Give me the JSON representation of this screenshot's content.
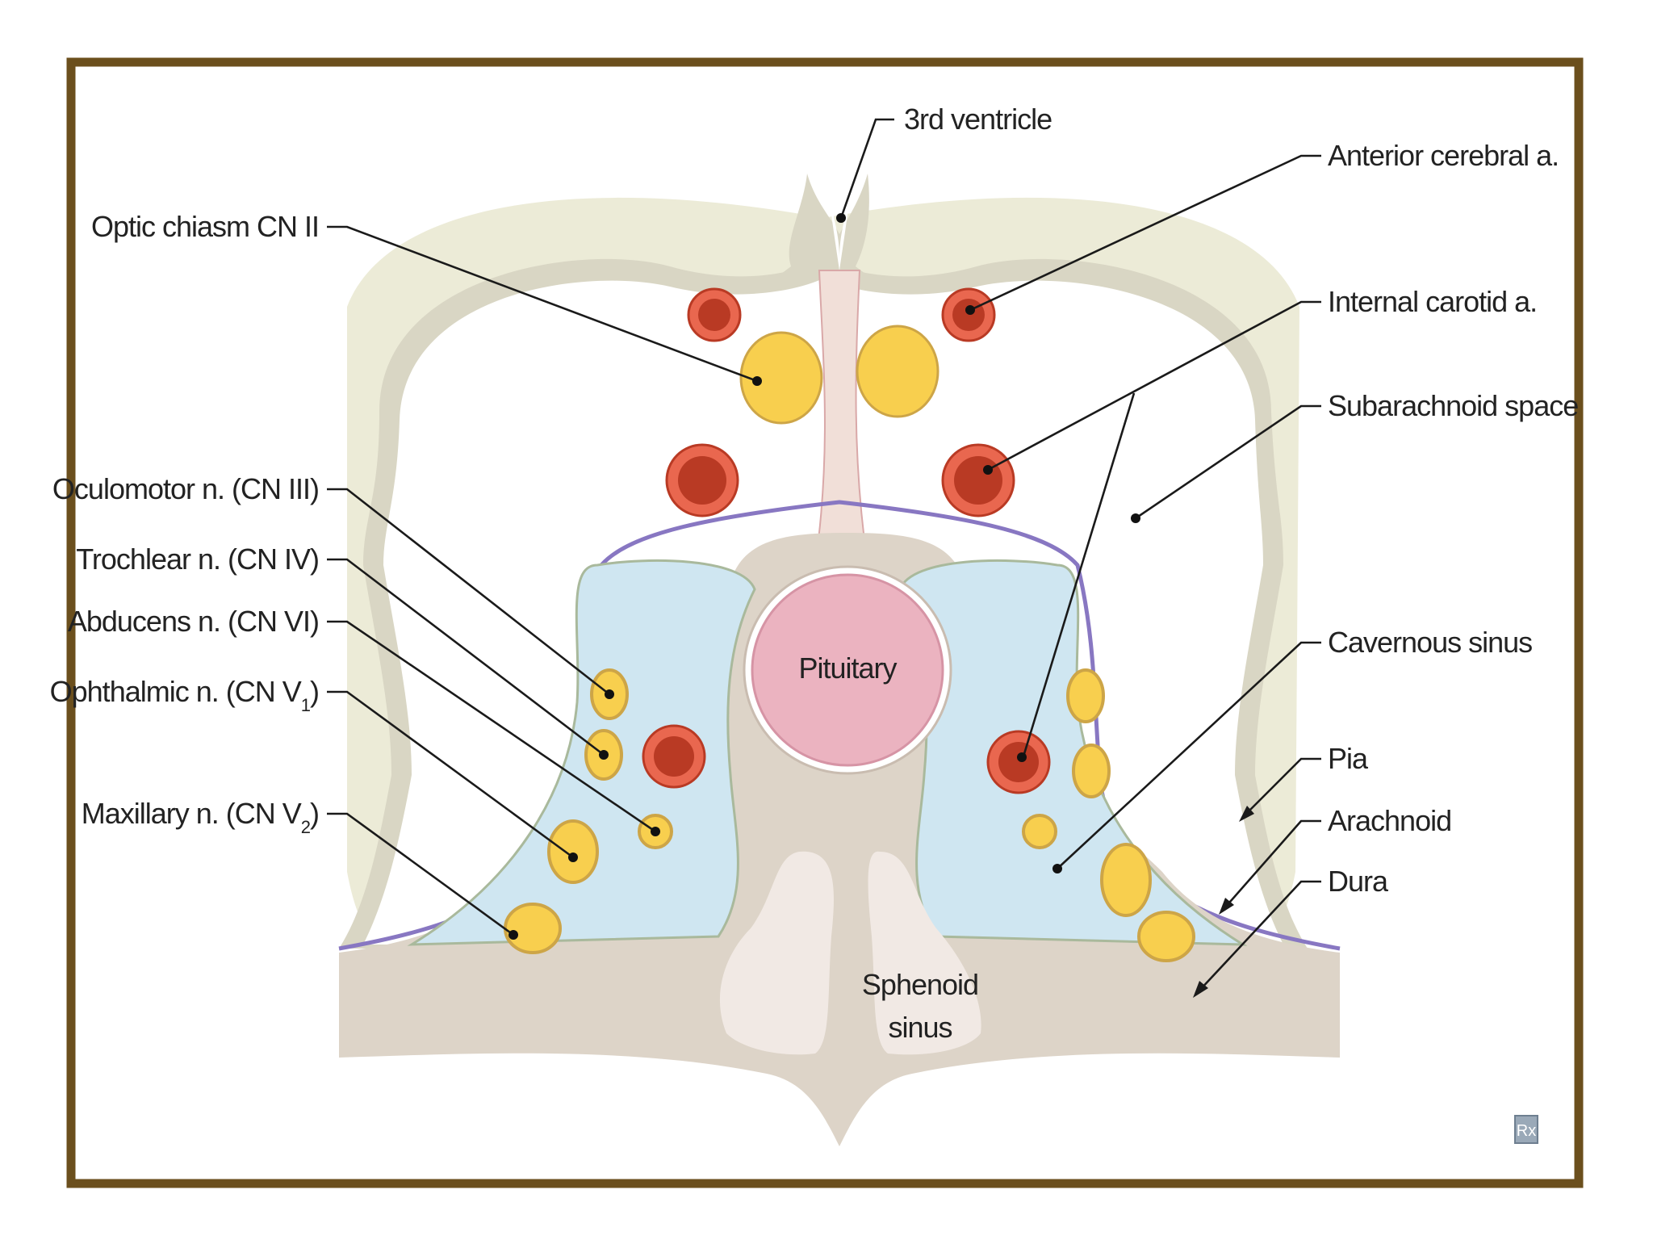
{
  "colors": {
    "frame": "#6b4f1d",
    "brain": "#ecebd7",
    "pia": "#d9d6c4",
    "bone": "#ddd4c8",
    "sinus_blood": "#cfe6f1",
    "dura_line": "#8877c2",
    "artery_outer": "#e9674f",
    "artery_inner": "#b93a24",
    "nerve_fill": "#f8cf4e",
    "nerve_ring": "#cda547",
    "pituitary": "#ebb3c0",
    "sphenoid": "#f1e9e4"
  },
  "labels": {
    "third_ventricle": "3rd ventricle",
    "anterior_cerebral": "Anterior cerebral a.",
    "internal_carotid": "Internal carotid a.",
    "subarachnoid": "Subarachnoid space",
    "cavernous_sinus": "Cavernous sinus",
    "pia": "Pia",
    "arachnoid": "Arachnoid",
    "dura": "Dura",
    "optic_chiasm": "Optic chiasm CN II",
    "oculomotor": "Oculomotor n. (CN III)",
    "trochlear": "Trochlear n. (CN IV)",
    "abducens": "Abducens n. (CN VI)",
    "ophthalmic_main": "Ophthalmic n. (CN V",
    "ophthalmic_sub": "1",
    "ophthalmic_close": ")",
    "maxillary_main": "Maxillary n. (CN V",
    "maxillary_sub": "2",
    "maxillary_close": ")",
    "pituitary": "Pituitary",
    "sphenoid_line1": "Sphenoid",
    "sphenoid_line2": "sinus"
  },
  "logo_text": "Rx"
}
